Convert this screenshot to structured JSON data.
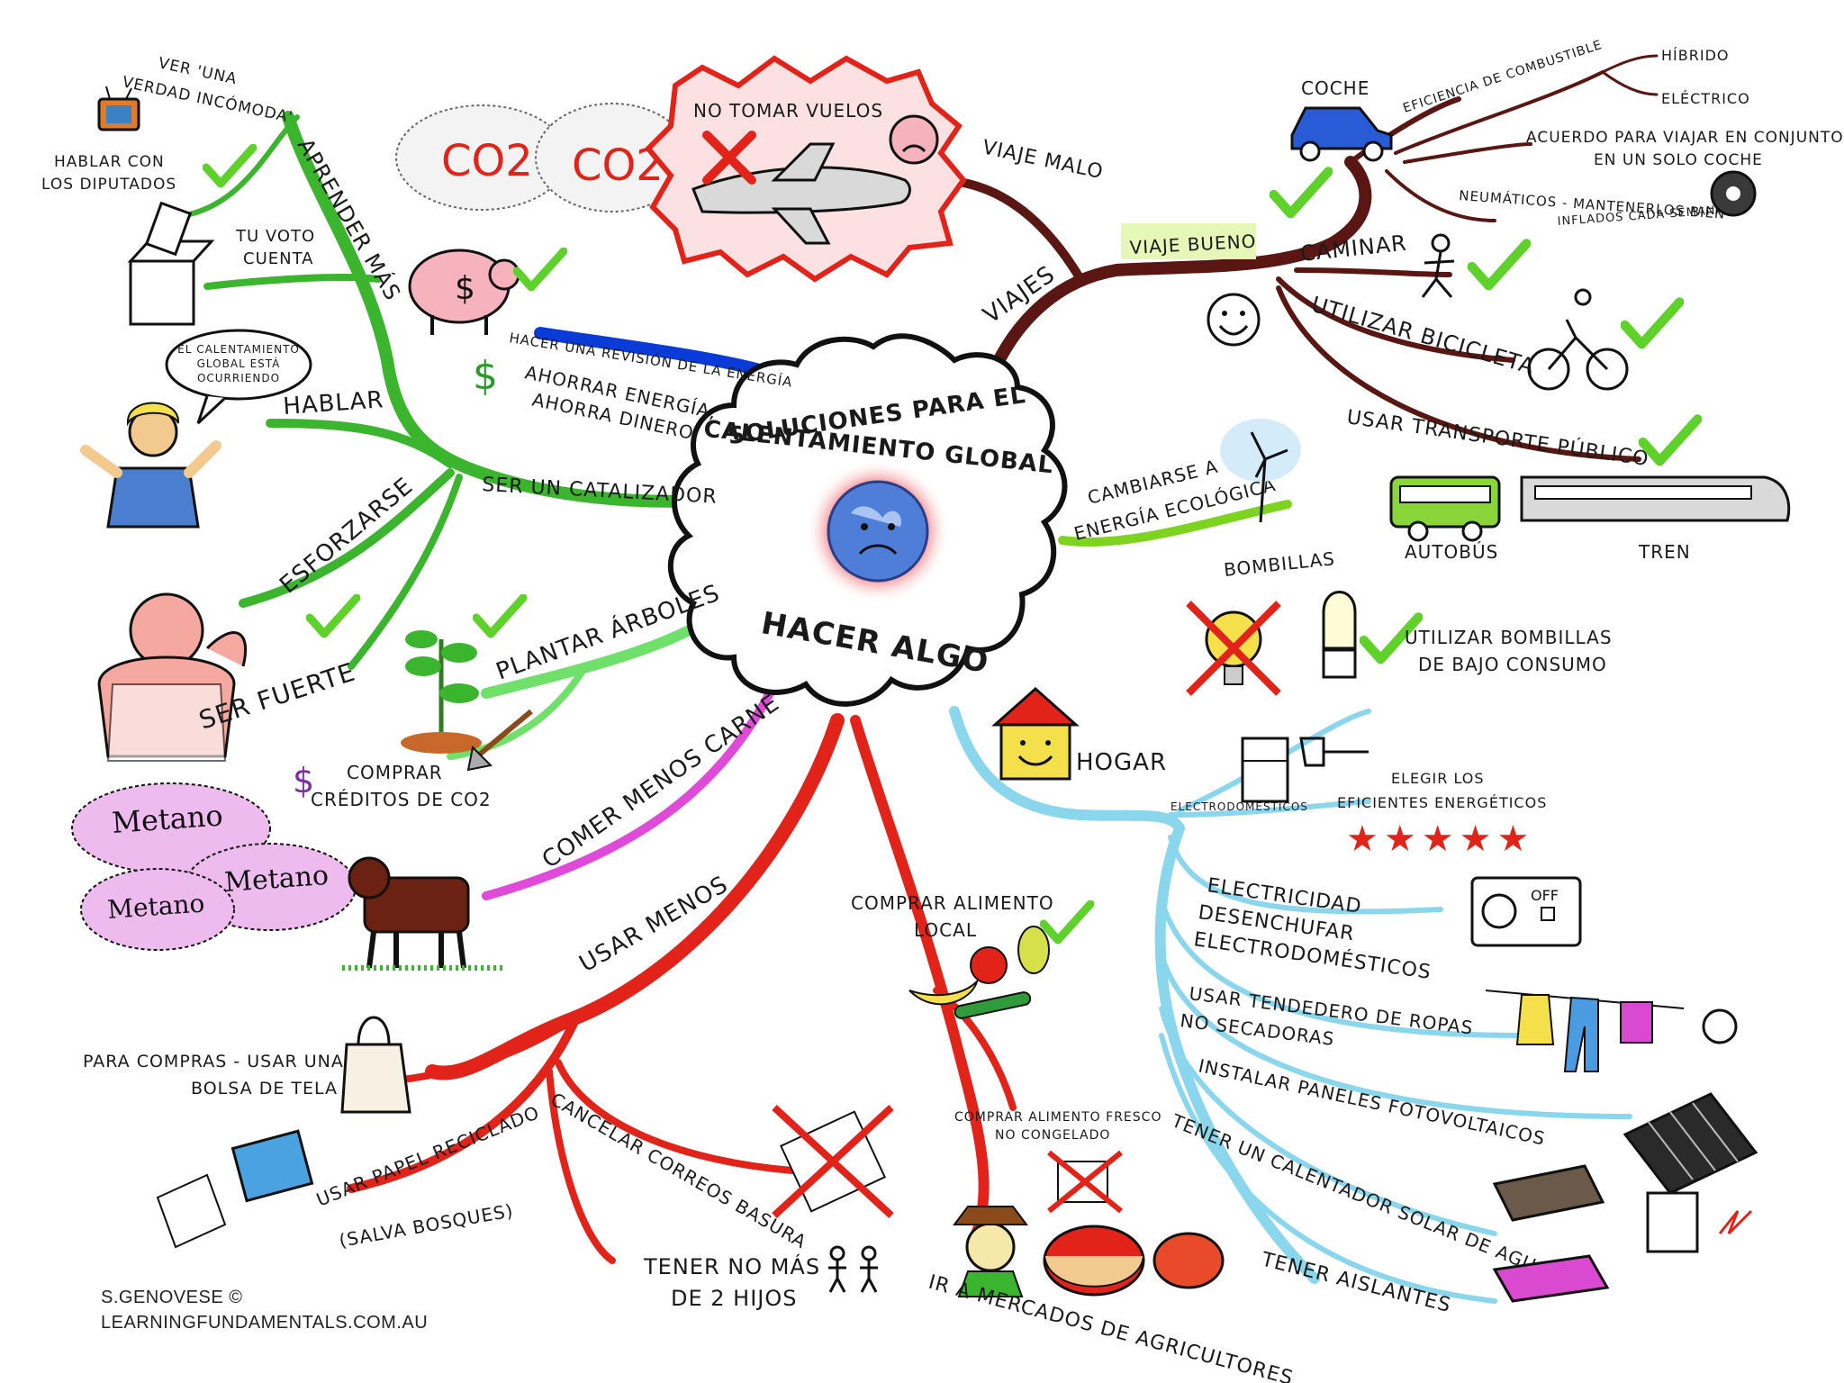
{
  "center": {
    "title_line1": "SOLUCIONES PARA EL",
    "title_line2": "CALENTAMIENTO GLOBAL",
    "subtitle": "HACER ALGO"
  },
  "branches": {
    "aprender": "APRENDER MÁS",
    "ver_pelicula_1": "VER 'UNA",
    "ver_pelicula_2": "VERDAD INCÓMODA'",
    "hablar_diputados_1": "HABLAR CON",
    "hablar_diputados_2": "LOS DIPUTADOS",
    "tu_voto_1": "TU VOTO",
    "tu_voto_2": "CUENTA",
    "hablar": "HABLAR",
    "bubble_1": "EL CALENTAMIENTO",
    "bubble_2": "GLOBAL ESTÁ",
    "bubble_3": "OCURRIENDO",
    "catalizador": "SER UN CATALIZADOR",
    "esforzarse": "ESFORZARSE",
    "ser_fuerte": "SER FUERTE",
    "revision": "HACER UNA REVISIÓN DE LA ENERGÍA",
    "ahorrar_1": "AHORRAR ENERGÍA,",
    "ahorrar_2": "AHORRA DINERO",
    "plantar": "PLANTAR ÁRBOLES",
    "creditos_1": "COMPRAR",
    "creditos_2": "CRÉDITOS DE CO2",
    "comer": "COMER MENOS CARNE",
    "metano": "Metano",
    "usar_menos": "USAR MENOS",
    "bolsa_1": "PARA COMPRAS - USAR UNA",
    "bolsa_2": "BOLSA DE TELA",
    "papel_1": "USAR PAPEL RECICLADO",
    "papel_2": "(SALVA BOSQUES)",
    "correos": "CANCELAR CORREOS BASURA",
    "hijos_1": "TENER NO MÁS",
    "hijos_2": "DE 2 HIJOS",
    "alimento_local_1": "COMPRAR ALIMENTO",
    "alimento_local_2": "LOCAL",
    "fresco_1": "COMPRAR ALIMENTO FRESCO",
    "fresco_2": "NO CONGELADO",
    "mercados": "IR A MERCADOS DE AGRICULTORES",
    "vuelos": "NO TOMAR VUELOS",
    "co2": "CO2",
    "viaje_malo": "VIAJE MALO",
    "viajes": "VIAJES",
    "viaje_bueno": "VIAJE BUENO",
    "coche": "COCHE",
    "eficiencia": "EFICIENCIA DE COMBUSTIBLE",
    "hibrido": "HÍBRIDO",
    "electrico": "ELÉCTRICO",
    "acuerdo_1": "ACUERDO PARA VIAJAR EN CONJUNTO",
    "acuerdo_2": "EN UN SOLO COCHE",
    "neumaticos_1": "NEUMÁTICOS - MANTENERLOS BIEN",
    "neumaticos_2": "INFLADOS CADA SEMANA",
    "caminar": "CAMINAR",
    "bicicleta": "UTILIZAR BICICLETA",
    "transporte": "USAR TRANSPORTE PÚBLICO",
    "autobus": "AUTOBÚS",
    "tren": "TREN",
    "ecologica_1": "CAMBIARSE A",
    "ecologica_2": "ENERGÍA ECOLÓGICA",
    "bombillas": "BOMBILLAS",
    "bajo_consumo_1": "UTILIZAR BOMBILLAS",
    "bajo_consumo_2": "DE BAJO CONSUMO",
    "hogar": "HOGAR",
    "electrodomesticos": "ELECTRODOMÉSTICOS",
    "eficientes_1": "ELEGIR LOS",
    "eficientes_2": "EFICIENTES ENERGÉTICOS",
    "electricidad_1": "ELECTRICIDAD",
    "electricidad_2": "DESENCHUFAR",
    "electricidad_3": "ELECTRODOMÉSTICOS",
    "off": "OFF",
    "tendedero_1": "USAR TENDEDERO DE ROPAS",
    "tendedero_2": "NO SECADORAS",
    "paneles": "INSTALAR PANELES FOTOVOLTAICOS",
    "calentador": "TENER UN CALENTADOR SOLAR DE AGUA",
    "aislantes": "TENER AISLANTES"
  },
  "credits": {
    "author": "S.GENOVESE ©",
    "site": "LEARNINGFUNDAMENTALS.COM.AU"
  },
  "colors": {
    "green_branch": "#3cb52e",
    "blue_branch": "#0b3bd6",
    "light_green_branch": "#6fe06a",
    "magenta_branch": "#e04ad8",
    "red_branch": "#e2231a",
    "brown_branch": "#5a1612",
    "light_blue_branch": "#8ad6ec",
    "lime_branch": "#7ed321",
    "check_green": "#5ed12a"
  }
}
